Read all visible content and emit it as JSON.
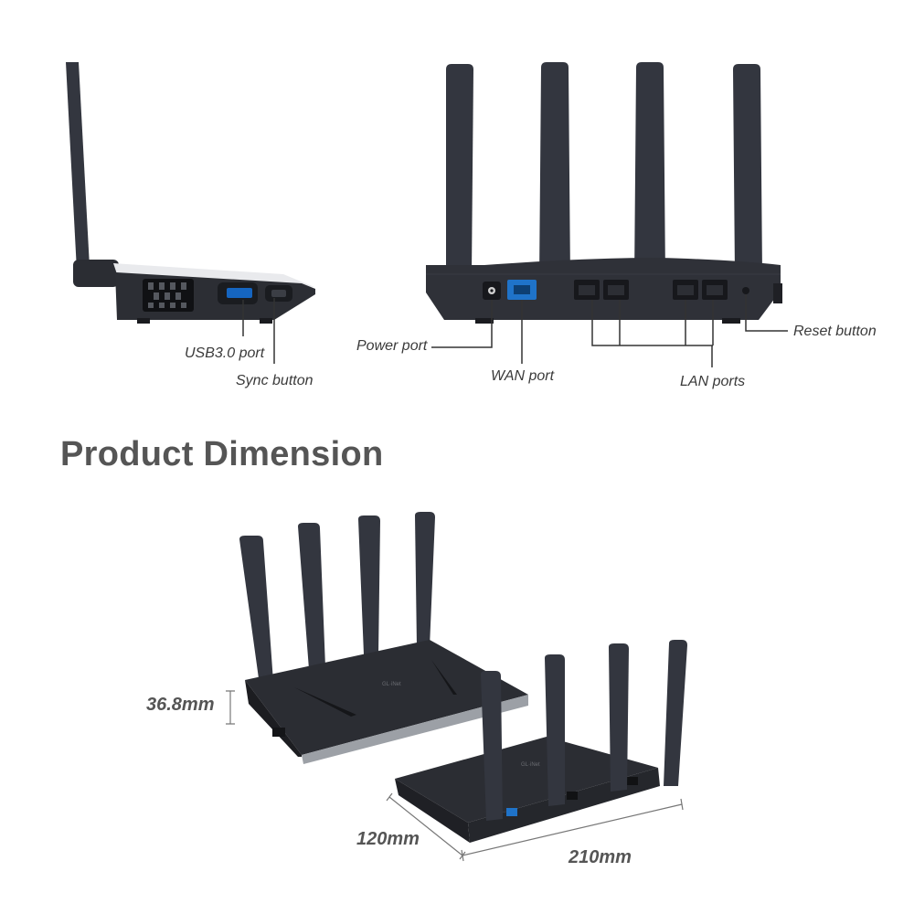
{
  "colors": {
    "router_body": "#2f3138",
    "router_dark": "#1f2025",
    "antenna": "#33363f",
    "usb_port": "#1565c0",
    "wan_port": "#1f73c9",
    "leader_line": "#333333",
    "heading_text": "#555555"
  },
  "side_view": {
    "usb_label": "USB3.0 port",
    "sync_label": "Sync button"
  },
  "back_view": {
    "power_label": "Power port",
    "wan_label": "WAN port",
    "lan_label": "LAN ports",
    "reset_label": "Reset button"
  },
  "heading": "Product Dimension",
  "dimensions": {
    "height": "36.8mm",
    "depth": "120mm",
    "width": "210mm"
  }
}
